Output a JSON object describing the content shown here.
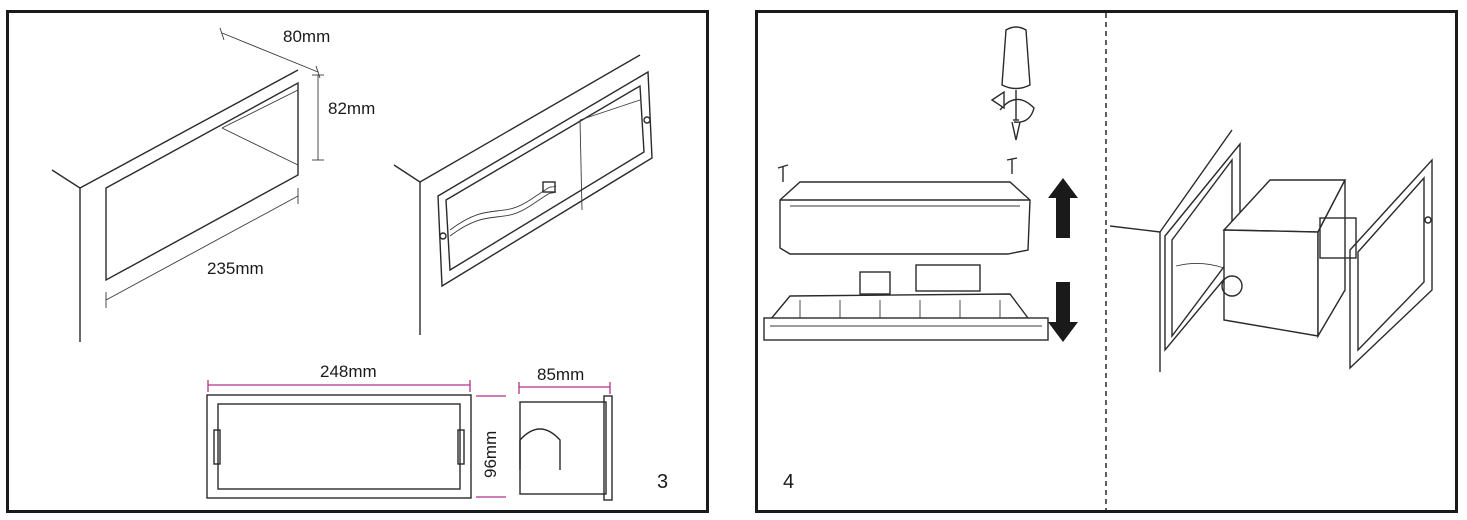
{
  "panel3": {
    "step_number": "3",
    "dimensions": {
      "width_label": "80mm",
      "height_label": "82mm",
      "length_label": "235mm",
      "box_length_label": "248mm",
      "box_depth_label": "85mm",
      "box_height_label": "96mm"
    }
  },
  "panel4": {
    "step_number": "4"
  },
  "colors": {
    "frame": "#1a1a1a",
    "dimension_lines": "#b0338e"
  }
}
